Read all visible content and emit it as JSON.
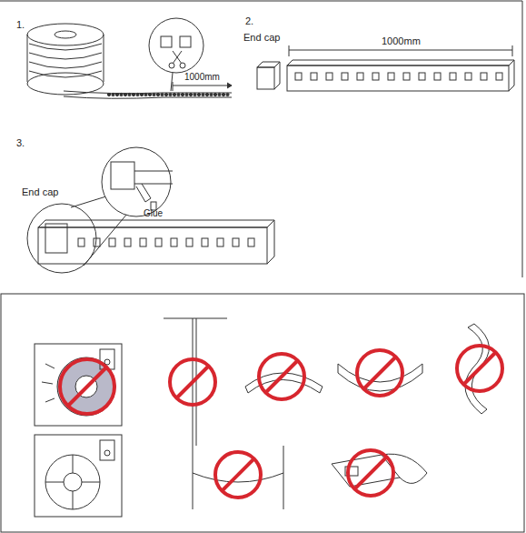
{
  "diagram": {
    "labels": [
      "1.",
      "1000mm",
      "2.",
      "End cap",
      "1000mm",
      "3.",
      "End cap",
      "Glue"
    ]
  }
}
